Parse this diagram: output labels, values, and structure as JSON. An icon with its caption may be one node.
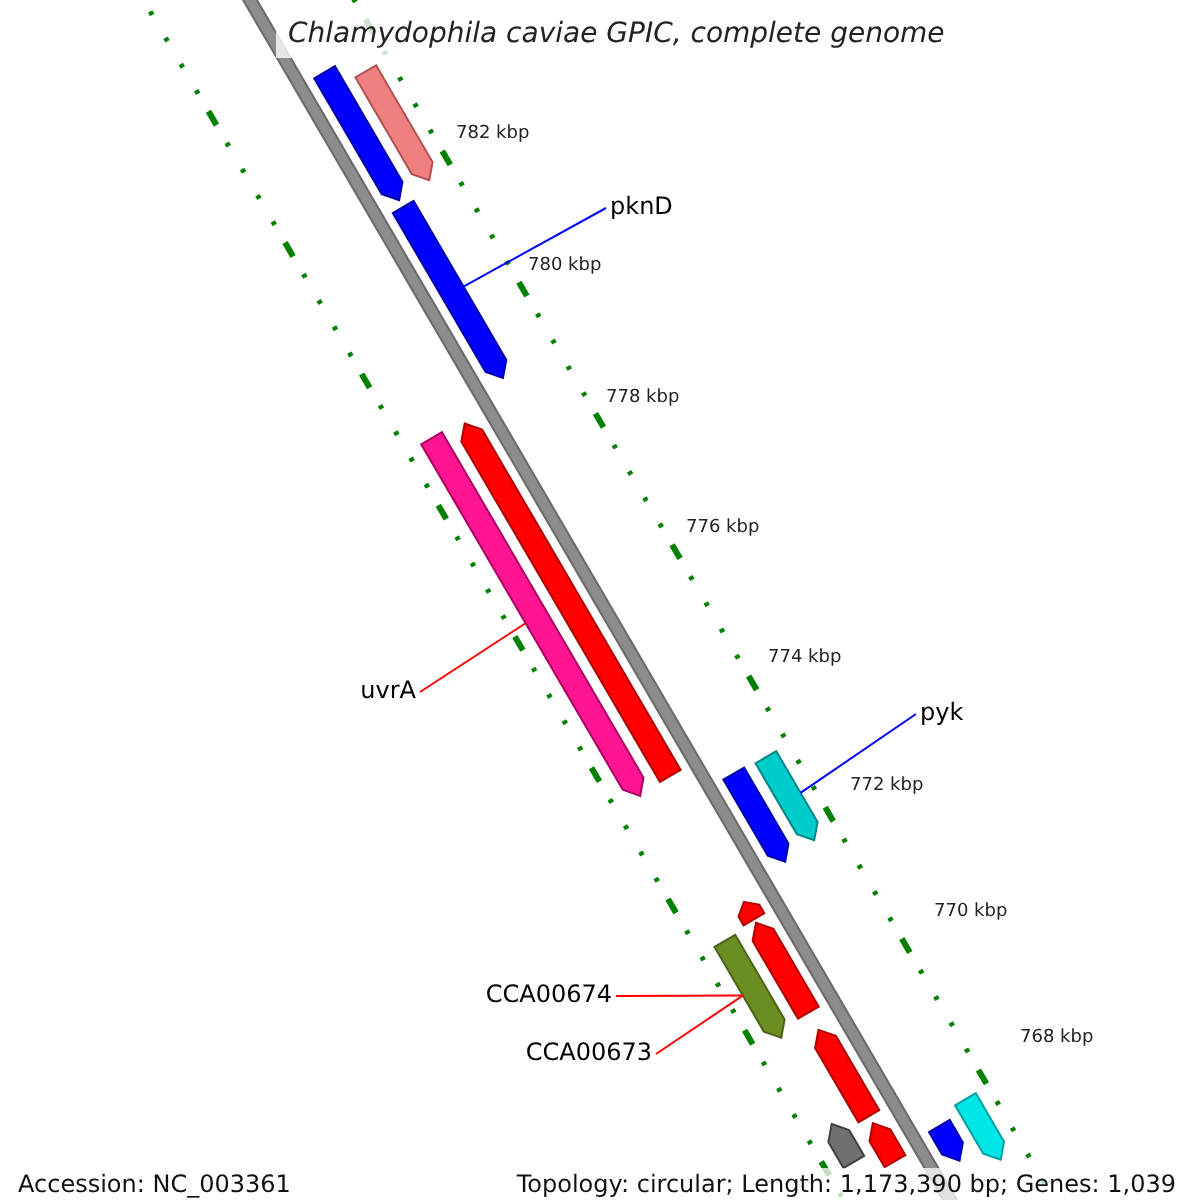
{
  "diagram": {
    "title": "Chlamydophila caviae GPIC, complete genome",
    "nodes": [
      {
        "text": [
          "pknD"
        ]
      },
      {
        "text": [],
        "shape": "bar"
      },
      {
        "text": [
          "uvrA"
        ]
      },
      {
        "text": [],
        "shape": "bar"
      },
      {
        "text": [
          "pyk"
        ]
      },
      {
        "text": [],
        "shape": "bar"
      },
      {
        "text": [
          "CCA00674"
        ]
      },
      {
        "text": [],
        "shape": "bar"
      },
      {
        "text": [
          "CCA00673"
        ]
      },
      {
        "text": [],
        "shape": "bar"
      },
      {
        "text": [],
        "shape": "bar"
      },
      {
        "text": [],
        "shape": "bar"
      },
      {
        "text": [],
        "shape": "bar"
      },
      {
        "text": [],
        "shape": "bar"
      },
      {
        "text": [],
        "shape": "bar"
      },
      {
        "text": [],
        "shape": "bar"
      },
      {
        "text": [],
        "shape": "bar"
      },
      {
        "text": [],
        "shape": "bar"
      },
      {
        "text": [],
        "shape": "bar"
      },
      {
        "text": [],
        "shape": "bar"
      }
    ],
    "edges": [
      {
        "from": 0,
        "to": 1,
        "arrow": "none",
        "color": "#0000ff"
      },
      {
        "from": 2,
        "to": 3,
        "arrow": "none",
        "color": "#ff0000"
      },
      {
        "from": 4,
        "to": 5,
        "arrow": "none",
        "color": "#0000ff"
      },
      {
        "from": 6,
        "to": 7,
        "arrow": "none",
        "color": "#ff0000"
      },
      {
        "from": 8,
        "to": 7,
        "arrow": "none",
        "color": "#ff0000"
      }
    ],
    "labels": [
      "782 kbp",
      "780 kbp",
      "778 kbp",
      "776 kbp",
      "774 kbp",
      "772 kbp",
      "770 kbp",
      "768 kbp",
      "Accession: NC_003361",
      "Topology: circular; Length: 1,173,390 bp; Genes: 1,039"
    ]
  }
}
